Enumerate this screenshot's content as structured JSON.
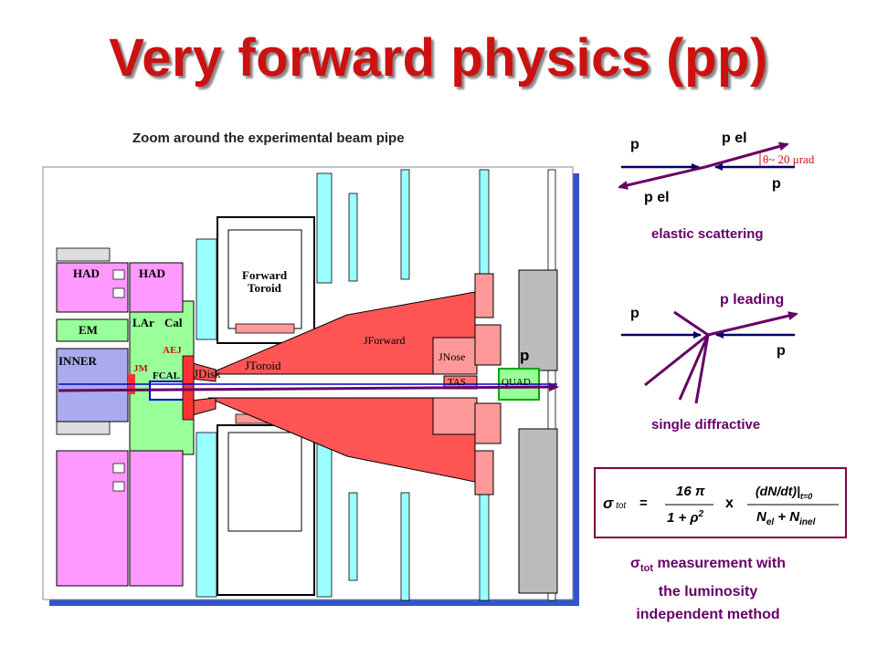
{
  "title": "Very forward physics (pp)",
  "detector": {
    "subtitle": "Zoom around the experimental beam pipe",
    "labels": {
      "had1": "HAD",
      "had2": "HAD",
      "em": "EM",
      "inner": "INNER",
      "lar": "LAr",
      "cal": "Cal",
      "aej": "AEJ",
      "jm": "JM",
      "fcal": "FCAL",
      "jdisk": "JDisk",
      "forward": "Forward",
      "toroid": "Toroid",
      "jtoroid": "JToroid",
      "jforward": "JForward",
      "jnose": "JNose",
      "tas": "TAS",
      "quad": "QUAD",
      "p": "p"
    }
  },
  "elastic": {
    "p_in_left": "p",
    "p_el_top": "p el",
    "theta": "θ~ 20 μrad",
    "p_in_right": "p",
    "p_el_bottom": "p el",
    "caption": "elastic scattering"
  },
  "diffractive": {
    "p_leading": "p leading",
    "p_in_left": "p",
    "p_in_right": "p",
    "caption": "single diffractive"
  },
  "formula": {
    "sigma": "σ",
    "tot": "tot",
    "equals": "=",
    "num1": "16 π",
    "den1_base": "1 + ρ",
    "den1_sup": "2",
    "times": "x",
    "num2": "(dN/dt)|",
    "num2_sub": "t=0",
    "den2_a": "N",
    "den2_a_sub": "el",
    "den2_plus": " + N",
    "den2_b_sub": "inel"
  },
  "measurement": {
    "sigma": "σ",
    "sub": "tot",
    "line1": " measurement with",
    "line2": "the luminosity",
    "line3": "independent method"
  },
  "colors": {
    "title": "#cc1111",
    "purple": "#660066",
    "navy": "#000066",
    "pink": "#ff99ff",
    "cyan": "#99ffff",
    "red": "#ff5555",
    "green": "#99ff99"
  }
}
